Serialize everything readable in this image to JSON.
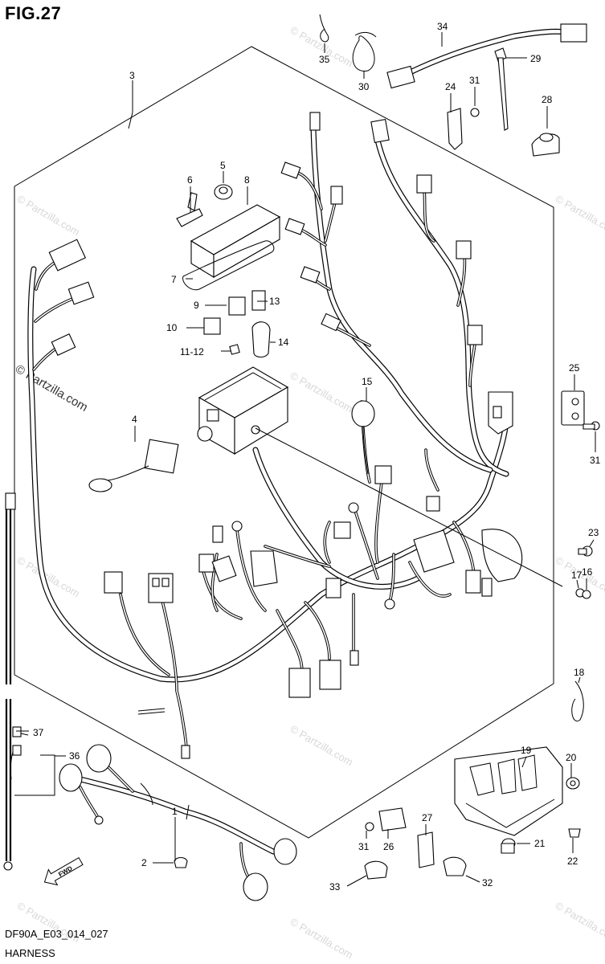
{
  "figure": {
    "title": "FIG.27",
    "code": "DF90A_E03_014_027",
    "name": "HARNESS",
    "watermark": "© Partzilla.com",
    "watermark_logo": "© Partzilla.com"
  },
  "callouts": {
    "c1": "1",
    "c2": "2",
    "c3": "3",
    "c4": "4",
    "c5": "5",
    "c6": "6",
    "c7": "7",
    "c8": "8",
    "c9": "9",
    "c10": "10",
    "c11": "11-12",
    "c13": "13",
    "c14": "14",
    "c15": "15",
    "c16": "16",
    "c17": "17",
    "c18": "18",
    "c19": "19",
    "c20": "20",
    "c21": "21",
    "c22": "22",
    "c23": "23",
    "c24": "24",
    "c25": "25",
    "c26": "26",
    "c27": "27",
    "c28": "28",
    "c29": "29",
    "c30": "30",
    "c31a": "31",
    "c31b": "31",
    "c31c": "31",
    "c32": "32",
    "c33": "33",
    "c34": "34",
    "c35": "35",
    "c36": "36",
    "c37": "37"
  },
  "fwd_label": "FWD",
  "colors": {
    "ink": "#000000",
    "watermark": "#d8d8d8",
    "background": "#ffffff"
  }
}
